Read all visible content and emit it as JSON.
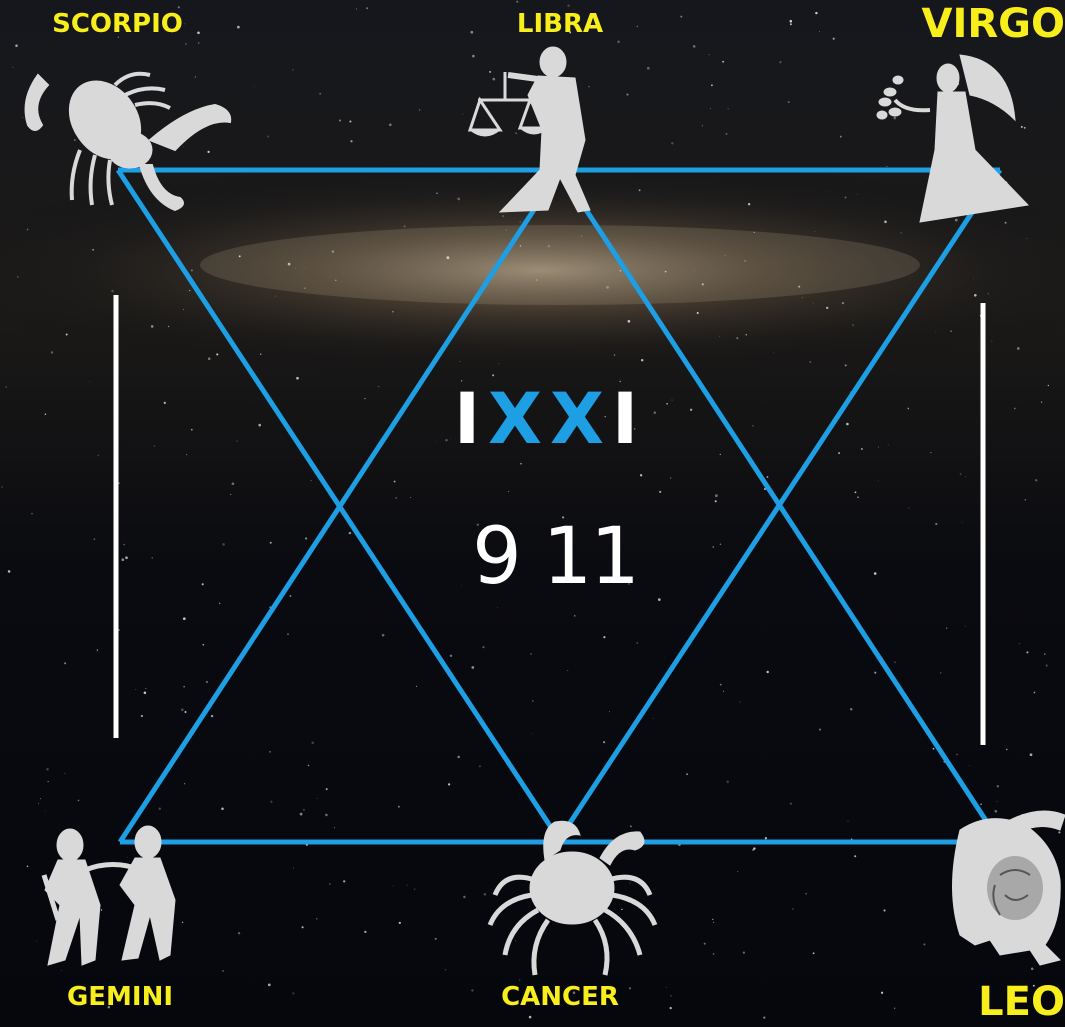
{
  "labels": {
    "scorpio": "SCORPIO",
    "libra": "LIBRA",
    "virgo": "VIRGO",
    "gemini": "GEMINI",
    "cancer": "CANCER",
    "leo": "LEO"
  },
  "center": {
    "code_parts": [
      "I",
      "X",
      "X",
      "I"
    ],
    "number": "9 11"
  },
  "colors": {
    "label": "#f7ee1c",
    "triangle": "#1e9ee3",
    "figure": "#d9d9d9",
    "bar": "#ffffff",
    "sky": "#05070c"
  },
  "icons": {
    "scorpio": "scorpion-icon",
    "libra": "libra-scales-figure-icon",
    "virgo": "virgo-maiden-icon",
    "gemini": "gemini-twins-icon",
    "cancer": "crab-icon",
    "leo": "lion-icon"
  }
}
